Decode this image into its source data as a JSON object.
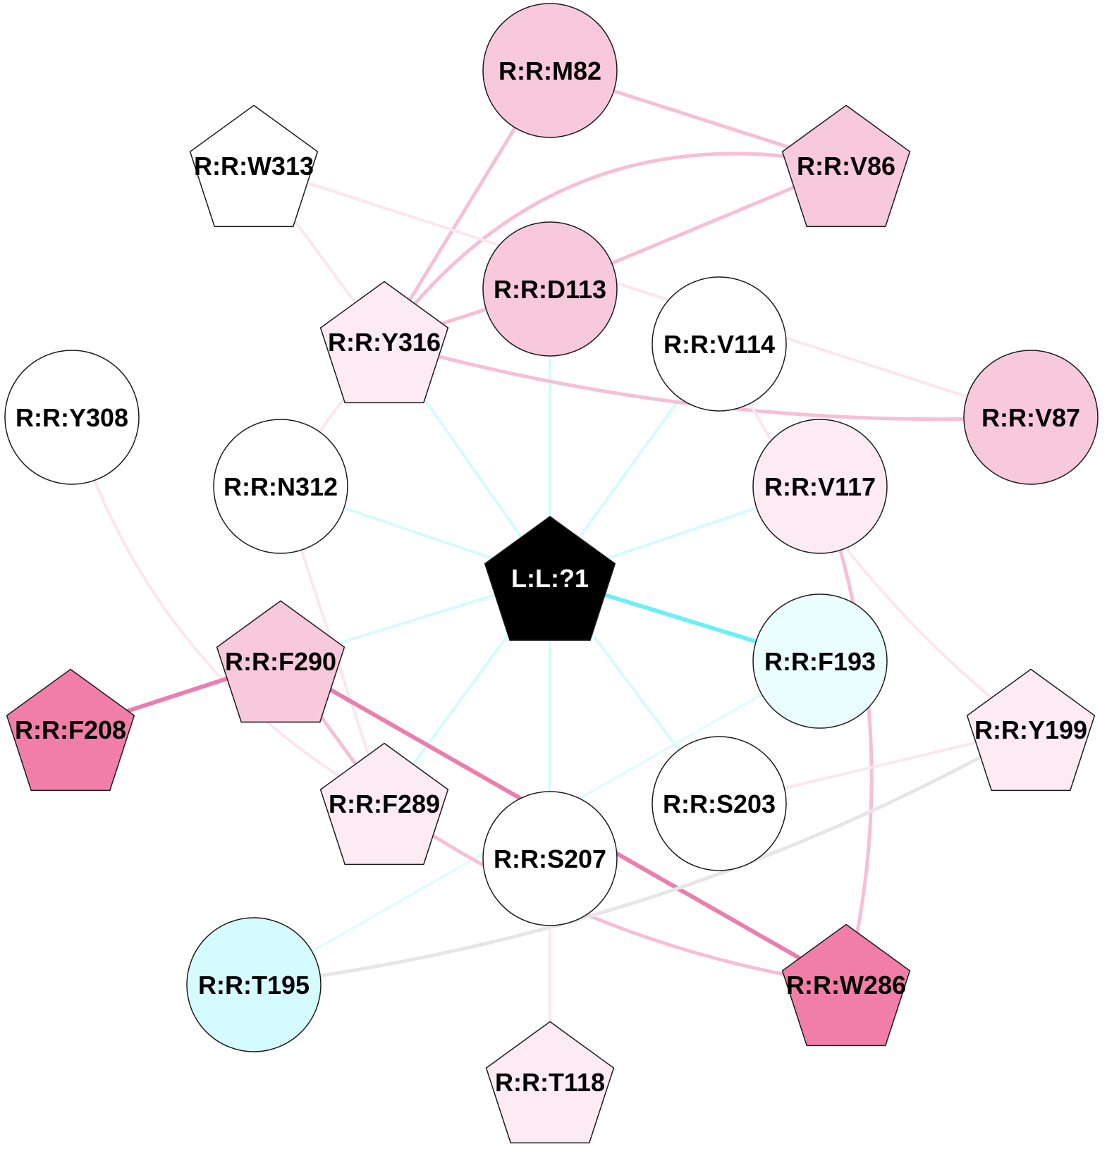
{
  "diagram": {
    "type": "network",
    "colors": {
      "node_outline": "#1a1a1a",
      "ligand": "#000000",
      "edge_cyan_light": "#d4fbfd",
      "edge_cyan_strong": "#6df0f5",
      "edge_pink_faint": "#fbe6ef",
      "edge_pink_light": "#f6bfd6",
      "edge_pink_strong": "#ea7fae",
      "edge_gray": "#e6e6e6"
    },
    "nodes": [
      {
        "id": "L1",
        "label": "L:L:?1",
        "shape": "pentagon",
        "fill": "#000000",
        "light_text": true
      },
      {
        "id": "M82",
        "label": "R:R:M82",
        "shape": "circle",
        "fill": "#f8c8dd"
      },
      {
        "id": "W313",
        "label": "R:R:W313",
        "shape": "pentagon",
        "fill": "#ffffff"
      },
      {
        "id": "V86",
        "label": "R:R:V86",
        "shape": "pentagon",
        "fill": "#f8c8dd"
      },
      {
        "id": "D113",
        "label": "R:R:D113",
        "shape": "circle",
        "fill": "#f8c8dd"
      },
      {
        "id": "Y316",
        "label": "R:R:Y316",
        "shape": "pentagon",
        "fill": "#fcebf2"
      },
      {
        "id": "V114",
        "label": "R:R:V114",
        "shape": "circle",
        "fill": "#ffffff"
      },
      {
        "id": "Y308",
        "label": "R:R:Y308",
        "shape": "circle",
        "fill": "#ffffff"
      },
      {
        "id": "V87",
        "label": "R:R:V87",
        "shape": "circle",
        "fill": "#f8c8dd"
      },
      {
        "id": "N312",
        "label": "R:R:N312",
        "shape": "circle",
        "fill": "#ffffff"
      },
      {
        "id": "V117",
        "label": "R:R:V117",
        "shape": "circle",
        "fill": "#fcebf2"
      },
      {
        "id": "F290",
        "label": "R:R:F290",
        "shape": "pentagon",
        "fill": "#f8c8dd"
      },
      {
        "id": "F193",
        "label": "R:R:F193",
        "shape": "circle",
        "fill": "#e9fefd"
      },
      {
        "id": "F208",
        "label": "R:R:F208",
        "shape": "pentagon",
        "fill": "#f07ea9"
      },
      {
        "id": "Y199",
        "label": "R:R:Y199",
        "shape": "pentagon",
        "fill": "#fcebf2"
      },
      {
        "id": "F289",
        "label": "R:R:F289",
        "shape": "pentagon",
        "fill": "#fcebf2"
      },
      {
        "id": "S203",
        "label": "R:R:S203",
        "shape": "circle",
        "fill": "#ffffff"
      },
      {
        "id": "S207",
        "label": "R:R:S207",
        "shape": "circle",
        "fill": "#ffffff"
      },
      {
        "id": "T195",
        "label": "R:R:T195",
        "shape": "circle",
        "fill": "#d4fbfd"
      },
      {
        "id": "W286",
        "label": "R:R:W286",
        "shape": "pentagon",
        "fill": "#f07ea9"
      },
      {
        "id": "T118",
        "label": "R:R:T118",
        "shape": "pentagon",
        "fill": "#fcebf2"
      }
    ],
    "edges": [
      {
        "from": "L1",
        "to": "D113",
        "color": "#d4fbfd",
        "weight": 4
      },
      {
        "from": "L1",
        "to": "Y316",
        "color": "#d4fbfd",
        "weight": 4
      },
      {
        "from": "L1",
        "to": "V114",
        "color": "#d4fbfd",
        "weight": 4
      },
      {
        "from": "L1",
        "to": "N312",
        "color": "#d4fbfd",
        "weight": 4
      },
      {
        "from": "L1",
        "to": "V117",
        "color": "#d4fbfd",
        "weight": 4
      },
      {
        "from": "L1",
        "to": "F193",
        "color": "#6df0f5",
        "weight": 6
      },
      {
        "from": "L1",
        "to": "F290",
        "color": "#d4fbfd",
        "weight": 4
      },
      {
        "from": "L1",
        "to": "F289",
        "color": "#d4fbfd",
        "weight": 4
      },
      {
        "from": "L1",
        "to": "S203",
        "color": "#d4fbfd",
        "weight": 4
      },
      {
        "from": "L1",
        "to": "S207",
        "color": "#d4fbfd",
        "weight": 4
      },
      {
        "from": "F193",
        "to": "T195",
        "color": "#e4fcfd",
        "weight": 4
      },
      {
        "from": "M82",
        "to": "V86",
        "color": "#f6bfd6",
        "weight": 5
      },
      {
        "from": "M82",
        "to": "Y316",
        "color": "#f6bfd6",
        "weight": 5
      },
      {
        "from": "V86",
        "to": "Y316",
        "color": "#f6bfd6",
        "weight": 5,
        "bend": 0.32
      },
      {
        "from": "V86",
        "to": "D113",
        "color": "#f6bfd6",
        "weight": 5
      },
      {
        "from": "D113",
        "to": "Y316",
        "color": "#f6bfd6",
        "weight": 5
      },
      {
        "from": "W313",
        "to": "V87",
        "color": "#fbe6ef",
        "weight": 4
      },
      {
        "from": "W313",
        "to": "Y316",
        "color": "#fbe6ef",
        "weight": 4
      },
      {
        "from": "Y316",
        "to": "V87",
        "color": "#f6bfd6",
        "weight": 5,
        "bend": 0.08
      },
      {
        "from": "Y316",
        "to": "N312",
        "color": "#fbe6ef",
        "weight": 4
      },
      {
        "from": "V114",
        "to": "Y199",
        "color": "#fbe6ef",
        "weight": 4,
        "bend": 0.12
      },
      {
        "from": "N312",
        "to": "F289",
        "color": "#fbe6ef",
        "weight": 4
      },
      {
        "from": "Y308",
        "to": "F289",
        "color": "#fbe6ef",
        "weight": 4,
        "bend": 0.2
      },
      {
        "from": "V117",
        "to": "W286",
        "color": "#f6bfd6",
        "weight": 5,
        "bend": -0.15
      },
      {
        "from": "F208",
        "to": "F290",
        "color": "#ea7fae",
        "weight": 6
      },
      {
        "from": "F290",
        "to": "W286",
        "color": "#ea7fae",
        "weight": 6
      },
      {
        "from": "F290",
        "to": "F289",
        "color": "#f6bfd6",
        "weight": 5
      },
      {
        "from": "F289",
        "to": "W286",
        "color": "#f6bfd6",
        "weight": 5,
        "bend": 0.12
      },
      {
        "from": "S203",
        "to": "Y199",
        "color": "#fbe6ef",
        "weight": 4
      },
      {
        "from": "Y199",
        "to": "T195",
        "color": "#e6e6e6",
        "weight": 5,
        "bend": -0.1
      },
      {
        "from": "S207",
        "to": "T118",
        "color": "#fbe6ef",
        "weight": 4
      }
    ]
  }
}
